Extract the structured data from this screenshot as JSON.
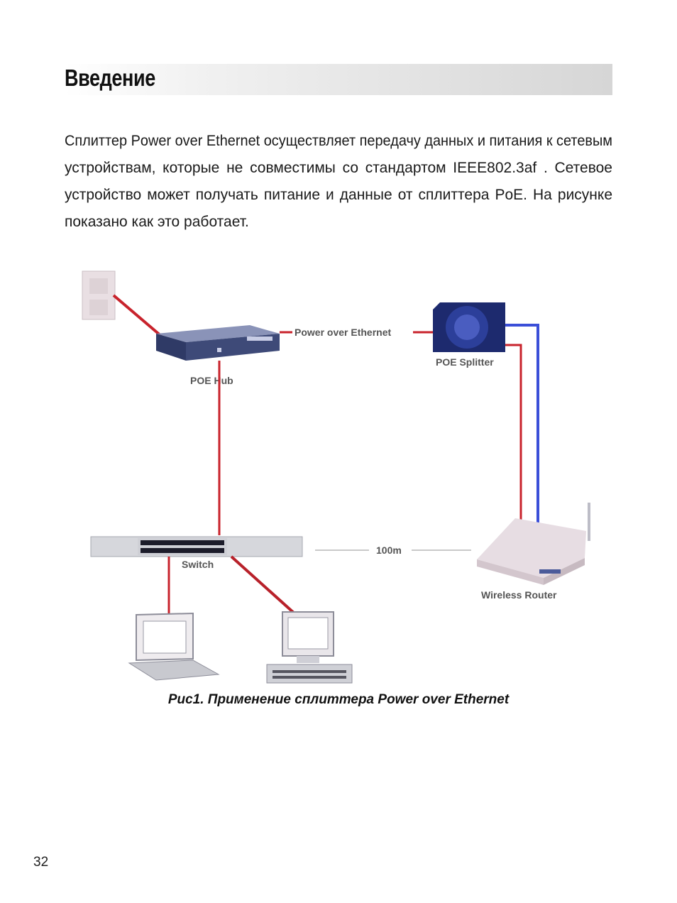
{
  "heading": "Введение",
  "paragraph_lines": [
    "Сплиттер Power over Ethernet  осуществляет  передачу данных и питания к сетевым",
    "устройствам, которые не совместимы со стандартом IEEE802.3af . Сетевое",
    "устройство может получать питание и данные от сплиттера PoE. На рисунке",
    "показано как это работает."
  ],
  "figure": {
    "labels": {
      "poe_hub": "POE Hub",
      "power_over_ethernet": "Power over Ethernet",
      "poe_splitter": "POE Splitter",
      "switch": "Switch",
      "distance": "100m",
      "wireless_router": "Wireless Router"
    },
    "colors": {
      "power_line": "#c8232c",
      "data_line": "#3b4fd8",
      "hub": "#3e4a78",
      "splitter": "#1d2a6e",
      "router": "#e7dde3"
    }
  },
  "caption": "Рис1. Применение сплиттера Power over Ethernet",
  "page_number": "32"
}
